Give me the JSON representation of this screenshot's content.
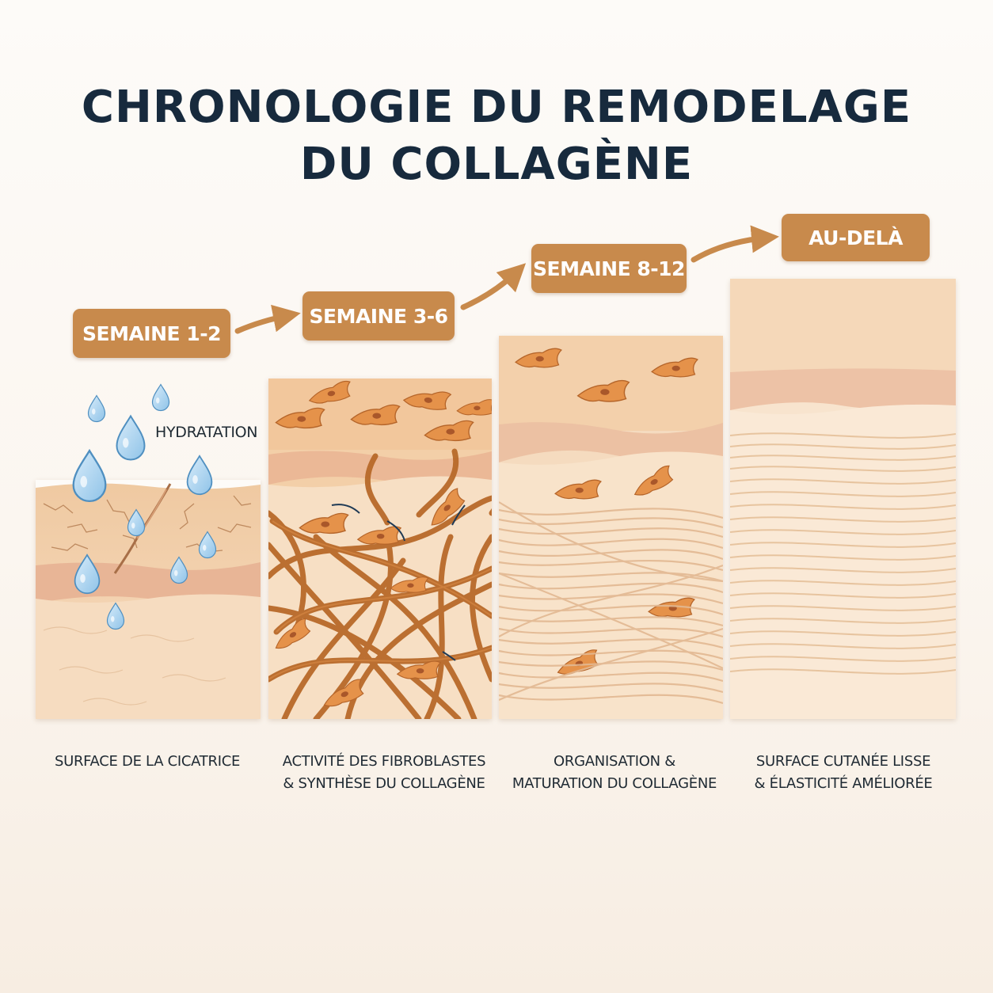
{
  "title": {
    "line1": "CHRONOLOGIE DU REMODELAGE",
    "line2": "DU COLLAGÈNE"
  },
  "colors": {
    "badge": "#c88a4c",
    "title": "#172a3d",
    "fiber": "#b86a2a",
    "cell": "#e5924a",
    "droplet": "#a9d2ef"
  },
  "stages": [
    {
      "badge": "SEMAINE 1-2",
      "caption_line1": "SURFACE DE LA CICATRICE",
      "caption_line2": "",
      "annotation": "HYDRATATION"
    },
    {
      "badge": "SEMAINE 3-6",
      "caption_line1": "ACTIVITÉ DES FIBROBLASTES",
      "caption_line2": "& SYNTHÈSE DU COLLAGÈNE"
    },
    {
      "badge": "SEMAINE 8-12",
      "caption_line1": "ORGANISATION &",
      "caption_line2": "MATURATION DU COLLAGÈNE"
    },
    {
      "badge": "AU-DELÀ",
      "caption_line1": "SURFACE  CUTANÉE LISSE",
      "caption_line2": "& ÉLASTICITÉ AMÉLIORÉE"
    }
  ]
}
